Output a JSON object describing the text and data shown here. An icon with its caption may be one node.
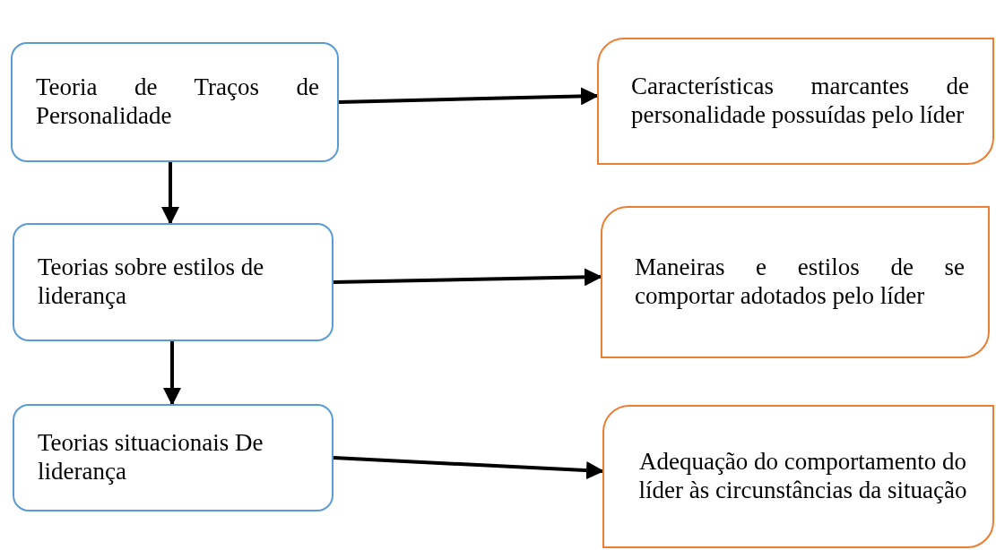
{
  "diagram": {
    "nodes": [
      {
        "text": [
          "Teoria de Traços de Personalidade"
        ]
      },
      {
        "text": [
          "Características marcantes de personalidade possuídas pelo líder"
        ]
      },
      {
        "text": [
          "Teorias sobre estilos de liderança"
        ]
      },
      {
        "text": [
          "Maneiras e estilos de se comportar adotados pelo líder"
        ]
      },
      {
        "text": [
          "Teorias situacionais De liderança"
        ]
      },
      {
        "text": [
          "Adequação do comportamento do líder às circunstâncias da situação"
        ]
      }
    ],
    "edges": [
      {
        "from": 0,
        "to": 1,
        "arrow": "to"
      },
      {
        "from": 0,
        "to": 2,
        "arrow": "to"
      },
      {
        "from": 2,
        "to": 3,
        "arrow": "to"
      },
      {
        "from": 2,
        "to": 4,
        "arrow": "to"
      },
      {
        "from": 4,
        "to": 5,
        "arrow": "to"
      }
    ]
  }
}
